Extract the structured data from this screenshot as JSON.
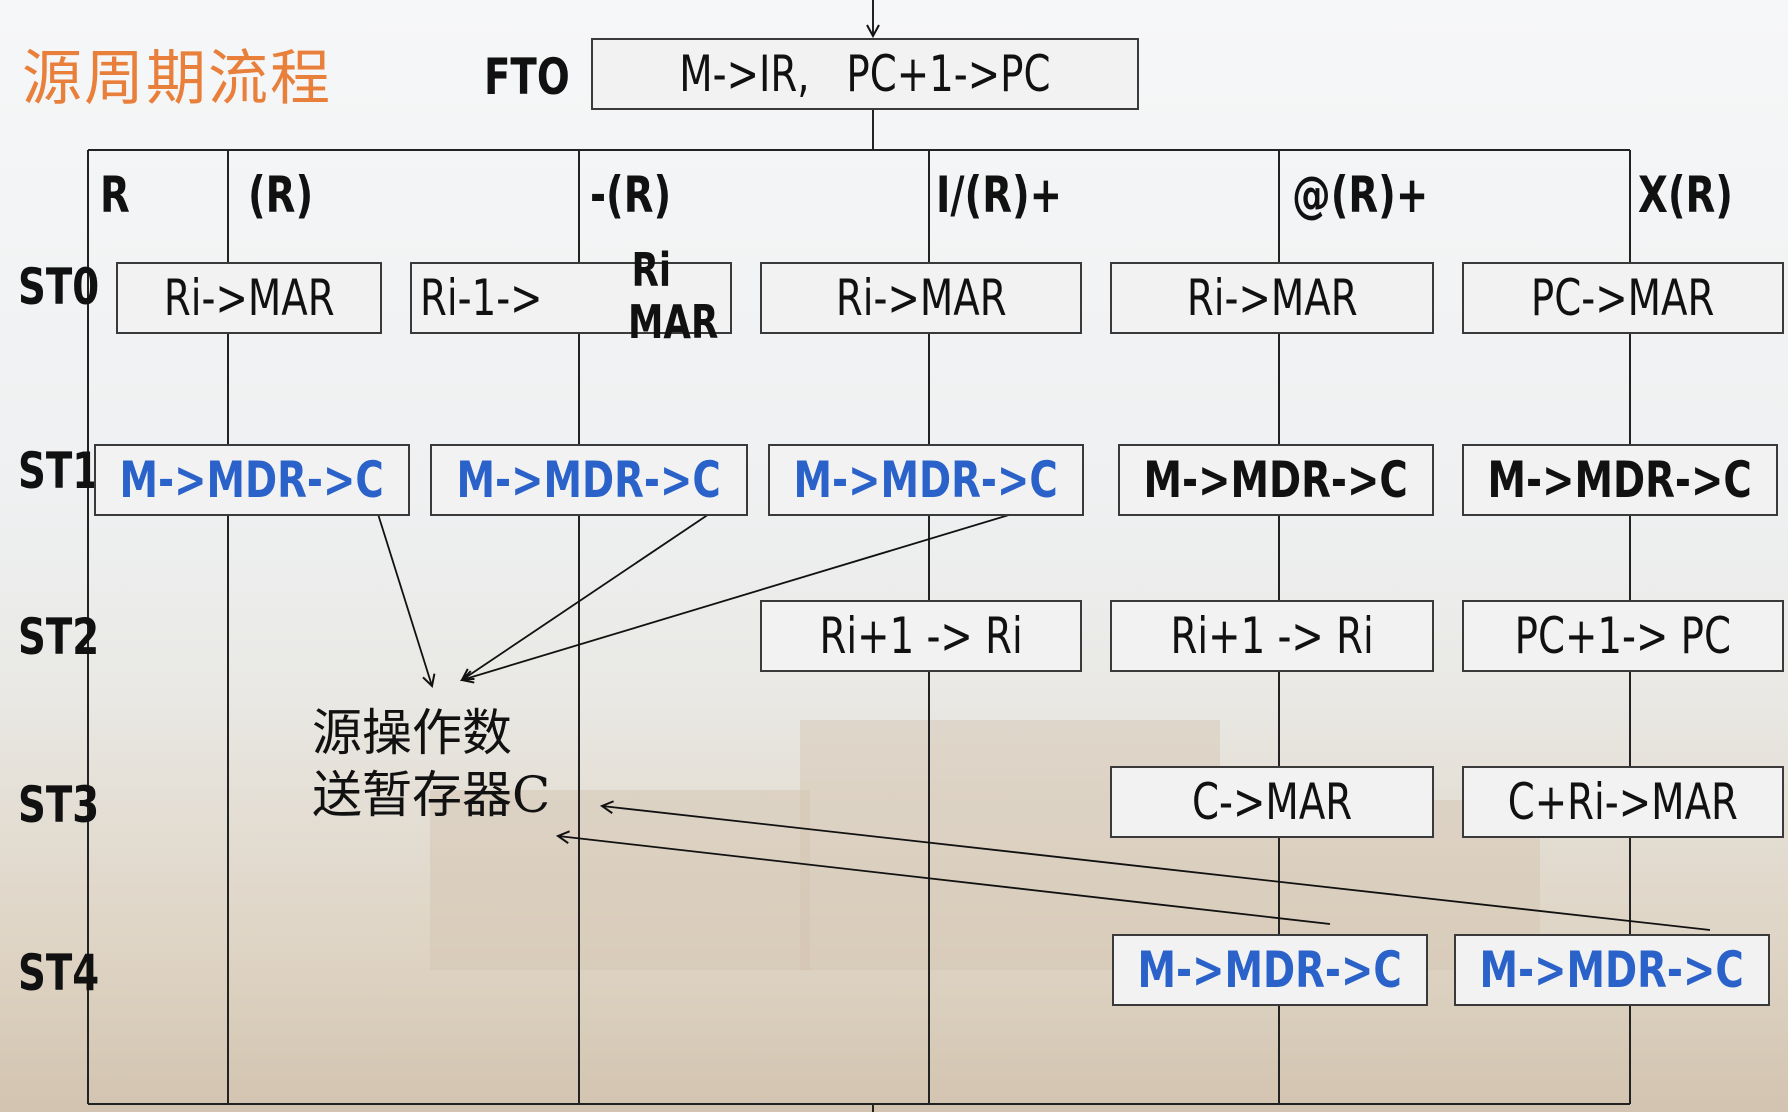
{
  "title": "源周期流程",
  "fetch": {
    "label": "FTO",
    "step": "M->IR,   PC+1->PC"
  },
  "modes": [
    "R",
    "(R)",
    "-(R)",
    "I/(R)+",
    "@(R)+",
    "X(R)"
  ],
  "states": [
    "ST0",
    "ST1",
    "ST2",
    "ST3",
    "ST4"
  ],
  "st0": {
    "r": "Ri->MAR",
    "dec": "Ri-1->",
    "dec_stack_top": "Ri",
    "dec_stack_bottom": "MAR",
    "inc": "Ri->MAR",
    "defer": "Ri->MAR",
    "index": "PC->MAR"
  },
  "st1": [
    "M->MDR->C",
    "M->MDR->C",
    "M->MDR->C",
    "M->MDR->C",
    "M->MDR->C"
  ],
  "st2": {
    "inc": "Ri+1 -> Ri",
    "defer": "Ri+1 -> Ri",
    "index": "PC+1-> PC"
  },
  "st3": {
    "defer": "C->MAR",
    "index": "C+Ri->MAR"
  },
  "st4": {
    "defer": "M->MDR->C",
    "index": "M->MDR->C"
  },
  "annotation": {
    "line1": "源操作数",
    "line2": "送暂存器C"
  },
  "colors": {
    "title": "#e87f3a",
    "highlight": "#2a62c9",
    "text": "#111111",
    "box_border": "#3a3a3a"
  }
}
